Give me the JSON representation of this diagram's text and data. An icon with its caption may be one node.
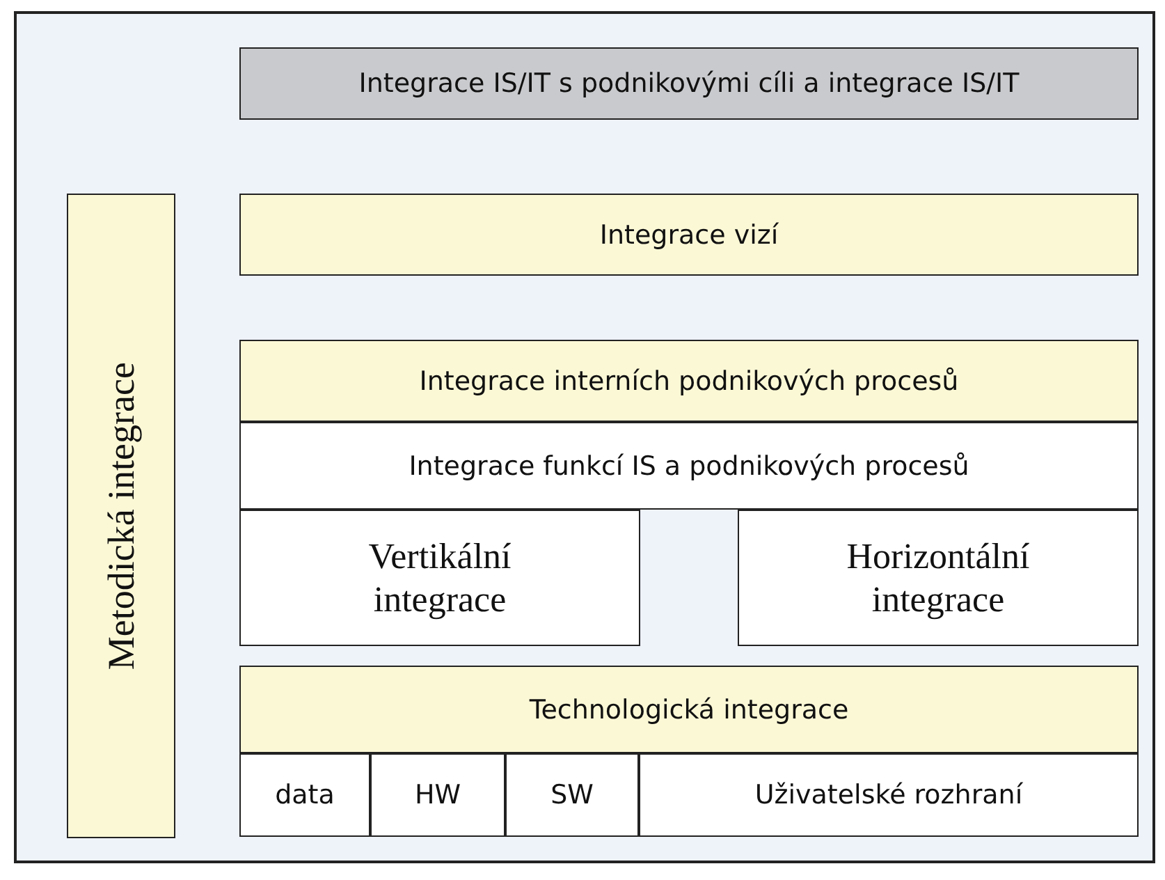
{
  "diagram": {
    "nodes": [
      {
        "text": [
          "Integrace IS/IT s podnikovými cíli a integrace IS/IT"
        ]
      },
      {
        "text": [
          "Metodická integrace"
        ]
      },
      {
        "text": [
          "Integrace vizí"
        ]
      },
      {
        "text": [
          "Integrace interních podnikových procesů"
        ]
      },
      {
        "text": [
          "Integrace funkcí IS a podnikových procesů"
        ]
      },
      {
        "text": [
          "Vertikální integrace"
        ]
      },
      {
        "text": [
          "Horizontální integrace"
        ]
      },
      {
        "text": [
          "Technologická integrace"
        ]
      },
      {
        "text": [
          "data"
        ]
      },
      {
        "text": [
          "HW"
        ]
      },
      {
        "text": [
          "SW"
        ]
      },
      {
        "text": [
          "Uživatelské rozhraní"
        ]
      }
    ],
    "edges": []
  }
}
